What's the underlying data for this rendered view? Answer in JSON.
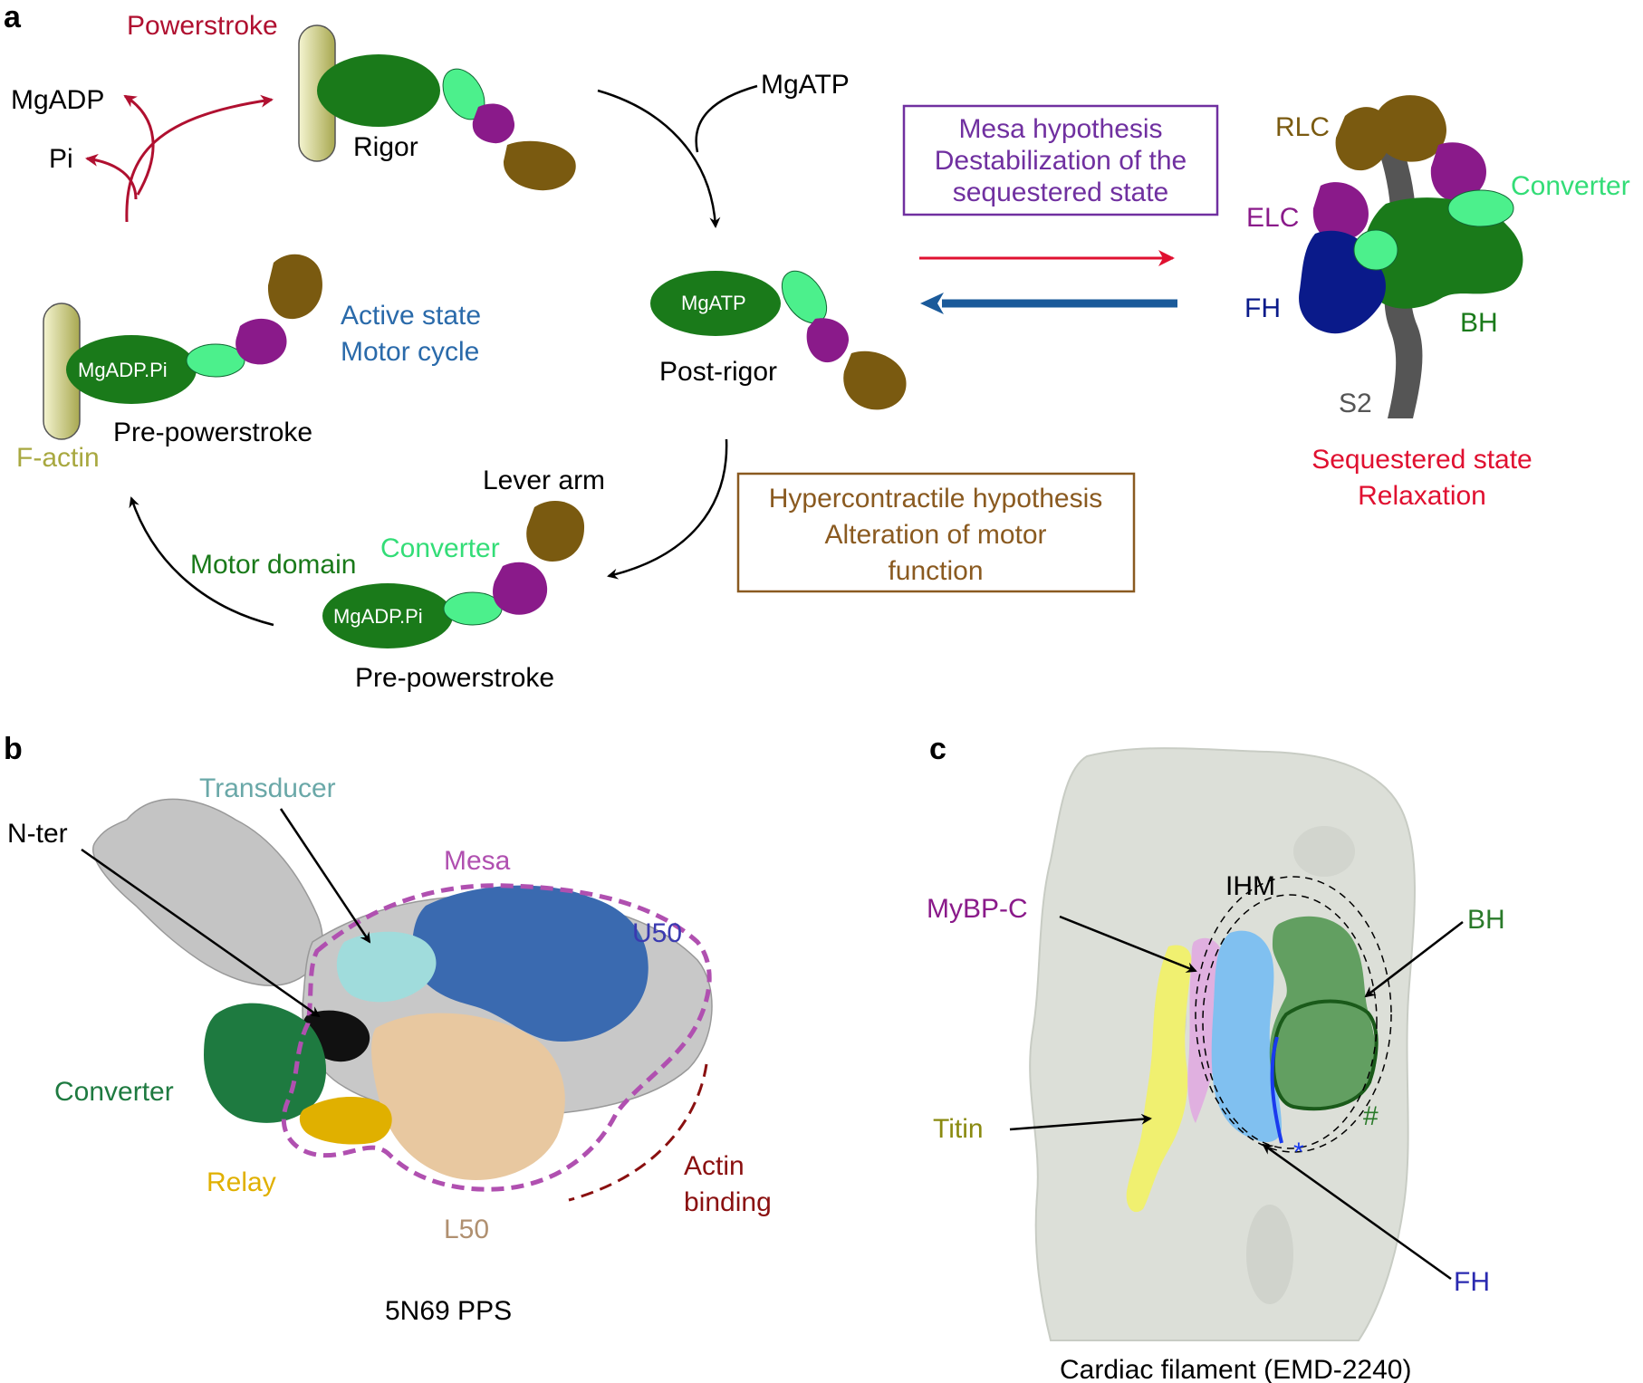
{
  "panel_a": {
    "letter": "a",
    "labels": {
      "powerstroke": "Powerstroke",
      "mgadp": "MgADP",
      "pi": "Pi",
      "rigor": "Rigor",
      "mgatp_in": "MgATP",
      "post_rigor": "Post-rigor",
      "mgatp_head": "MgATP",
      "active_state_1": "Active state",
      "active_state_2": "Motor cycle",
      "mgadppi_head_1": "MgADP.Pi",
      "pre_powerstroke_1": "Pre-powerstroke",
      "f_actin": "F-actin",
      "lever_arm": "Lever arm",
      "converter": "Converter",
      "motor_domain": "Motor domain",
      "mgadppi_head_2": "MgADP.Pi",
      "pre_powerstroke_2": "Pre-powerstroke"
    },
    "mesa_box": [
      "Mesa hypothesis",
      "Destabilization of the",
      "sequestered state"
    ],
    "hyper_box": [
      "Hypercontractile hypothesis",
      "Alteration of motor",
      "function"
    ],
    "ihm": {
      "rlc": "RLC",
      "converter": "Converter",
      "elc": "ELC",
      "fh": "FH",
      "bh": "BH",
      "s2": "S2",
      "state_1": "Sequestered state",
      "state_2": "Relaxation"
    }
  },
  "panel_b": {
    "letter": "b",
    "labels": {
      "transducer": "Transducer",
      "n_ter": "N-ter",
      "mesa": "Mesa",
      "u50": "U50",
      "converter": "Converter",
      "relay": "Relay",
      "actin_1": "Actin",
      "actin_2": "binding",
      "l50": "L50",
      "caption": "5N69 PPS"
    }
  },
  "panel_c": {
    "letter": "c",
    "labels": {
      "ihm": "IHM",
      "mybpc": "MyBP-C",
      "bh": "BH",
      "titin": "Titin",
      "hash": "#",
      "star": "*",
      "fh": "FH",
      "caption": "Cardiac filament (EMD-2240)"
    }
  },
  "colors": {
    "motor_green": "#1a7a1a",
    "converter_green": "#4cf08c",
    "elc_purple": "#8a1a8a",
    "rlc_brown": "#7a5a10",
    "actin_olive": "#b0b050",
    "powerstroke_red": "#b01030",
    "active_blue": "#2a6aaa",
    "mesa_purple": "#7030a0",
    "hyper_brown": "#8a5a20",
    "fh_navy": "#0a1a8a",
    "s2_gray": "#555555",
    "sequestered_red": "#e01030",
    "u50_blue": "#3a6ab0",
    "transducer_cyan": "#a0dcdc",
    "l50_tan": "#e8c8a0",
    "relay_yellow": "#e0b000",
    "mesa_magenta": "#b050b0",
    "actin_binding_red": "#8a1010",
    "titin_yellow": "#f0f070",
    "mybpc_pink": "#e0b0e0",
    "fh_lightblue": "#80c0f0",
    "bh_green": "#3a8a3a",
    "filament_gray": "#dcdfd8"
  }
}
